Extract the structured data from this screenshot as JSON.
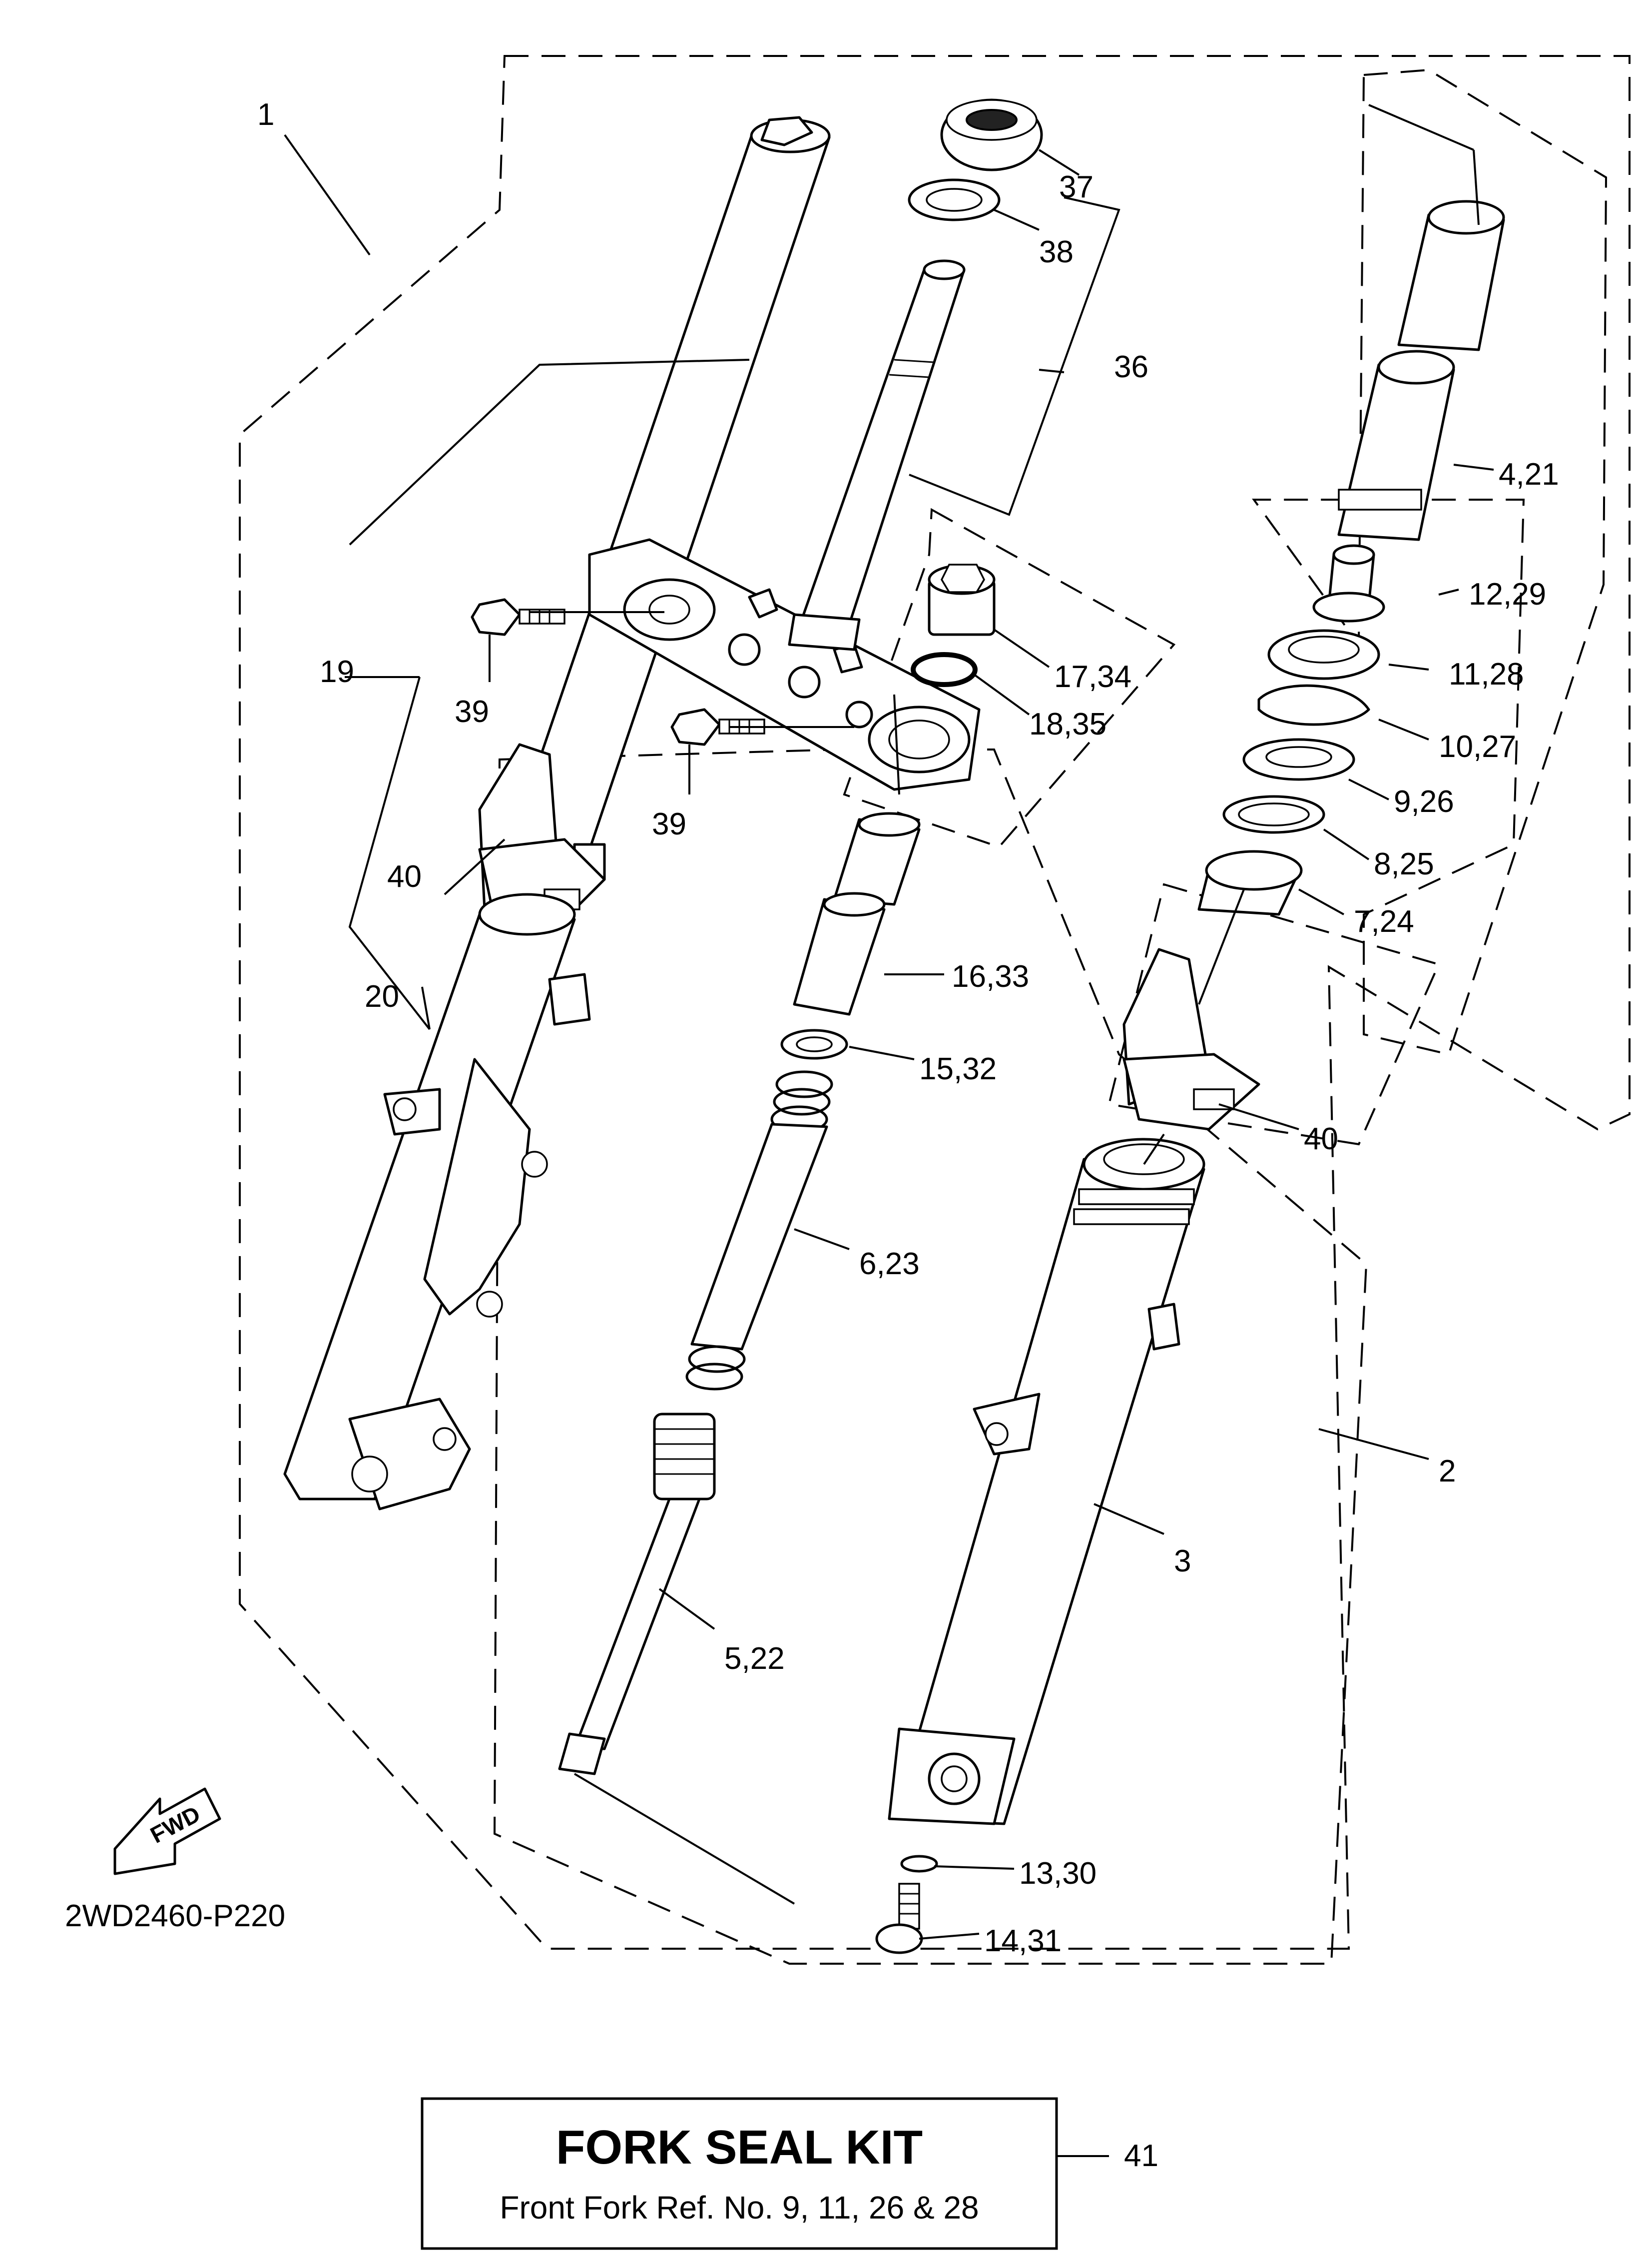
{
  "diagram": {
    "drawing_code": "2WD2460-P220",
    "fwd_label": "FWD",
    "callouts": {
      "c1": "1",
      "c2": "2",
      "c3": "3",
      "c4_21": "4,21",
      "c5_22": "5,22",
      "c6_23": "6,23",
      "c7_24": "7,24",
      "c8_25": "8,25",
      "c9_26": "9,26",
      "c10_27": "10,27",
      "c11_28": "11,28",
      "c12_29": "12,29",
      "c13_30": "13,30",
      "c14_31": "14,31",
      "c15_32": "15,32",
      "c16_33": "16,33",
      "c17_34": "17,34",
      "c18_35": "18,35",
      "c19": "19",
      "c20": "20",
      "c36": "36",
      "c37": "37",
      "c38": "38",
      "c39_a": "39",
      "c39_b": "39",
      "c40_a": "40",
      "c40_b": "40",
      "c41": "41"
    },
    "kit": {
      "title": "FORK SEAL KIT",
      "subtitle": "Front Fork Ref. No. 9, 11, 26 & 28"
    }
  }
}
